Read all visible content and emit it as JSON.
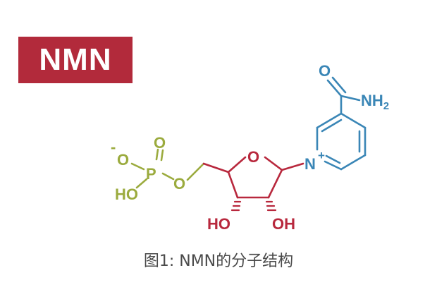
{
  "badge": {
    "label": "NMN"
  },
  "molecule": {
    "colors": {
      "phosphate": "#9bab3e",
      "ribose": "#b8283d",
      "nicotinamide": "#3a86b6"
    },
    "phosphate": {
      "charge": "-",
      "o_minus": "O",
      "p": "P",
      "o_double": "O",
      "ho": "HO",
      "o_bridge": "O"
    },
    "ribose": {
      "ring_o": "O",
      "oh_left": "HO",
      "oh_right": "OH"
    },
    "nicotinamide": {
      "carbonyl_o": "O",
      "amide": "NH",
      "amide_sub": "2",
      "ring_n": "N",
      "ring_charge": "+"
    }
  },
  "caption": {
    "text": "图1: NMN的分子结构"
  }
}
